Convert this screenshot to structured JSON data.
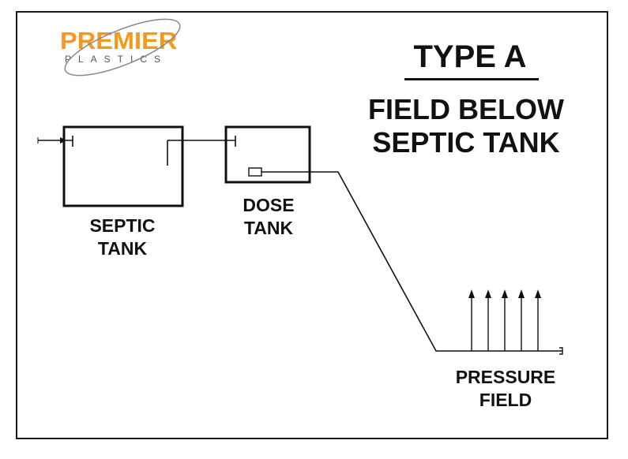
{
  "logo": {
    "brand": "PREMIER",
    "subbrand": "PLASTICS",
    "brand_color": "#f39a1e"
  },
  "title": "TYPE A",
  "subtitle_line1": "FIELD BELOW",
  "subtitle_line2": "SEPTIC TANK",
  "nodes": {
    "septic_tank": {
      "line1": "SEPTIC",
      "line2": "TANK"
    },
    "dose_tank": {
      "line1": "DOSE",
      "line2": "TANK"
    },
    "pressure_field": {
      "line1": "PRESSURE",
      "line2": "FIELD"
    }
  },
  "colors": {
    "line": "#111111",
    "background": "#ffffff"
  }
}
